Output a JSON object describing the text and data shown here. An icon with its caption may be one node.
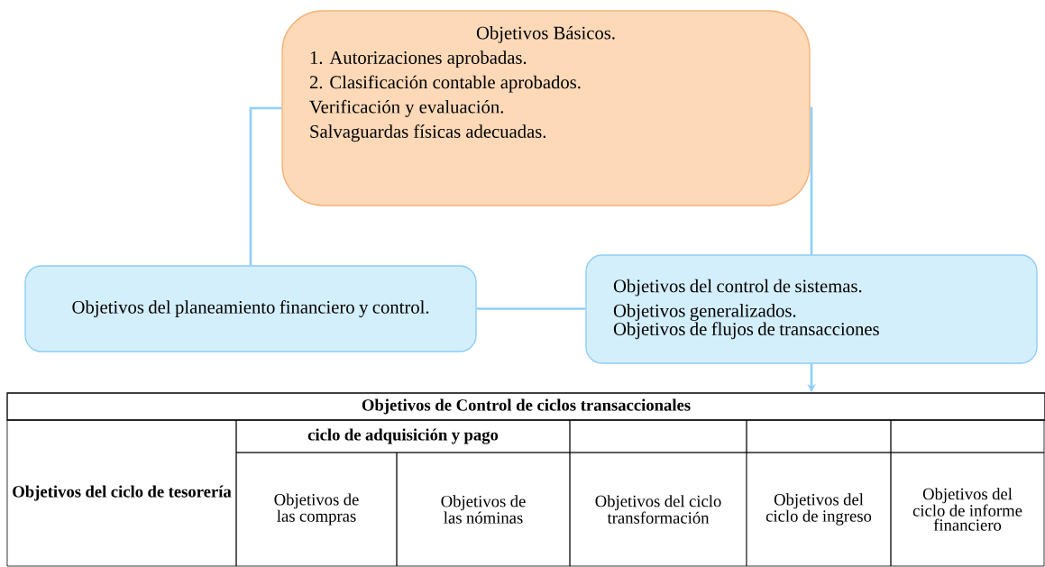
{
  "diagram": {
    "nodes": [
      {
        "text": [
          "Objetivos Básicos.",
          "1. Autorizaciones aprobadas.",
          "2. Clasificación contable aprobados.",
          "Verificación y evaluación.",
          "Salvaguardas físicas adecuadas."
        ]
      },
      {
        "text": [
          "Objetivos del planeamiento financiero y control."
        ]
      },
      {
        "text": [
          "Objetivos del control de sistemas.",
          "Objetivos generalizados.",
          "Objetivos de flujos de transacciones"
        ]
      },
      {
        "text": [
          "Objetivos de Control de ciclos transaccionales"
        ]
      }
    ],
    "edges": [
      {
        "from": 0,
        "to": 1,
        "arrow": "none"
      },
      {
        "from": 0,
        "to": 2,
        "arrow": "none"
      },
      {
        "from": 1,
        "to": 2,
        "arrow": "none"
      },
      {
        "from": 2,
        "to": 3,
        "arrow": "to"
      }
    ],
    "labels": [
      "Objetivos del ciclo de tesorería",
      "ciclo de adquisición y pago",
      "Objetivos de las compras",
      "Objetivos de las nóminas",
      "Objetivos del ciclo transformación",
      "Objetivos del ciclo de ingreso",
      "Objetivos del ciclo de informe financiero"
    ]
  }
}
